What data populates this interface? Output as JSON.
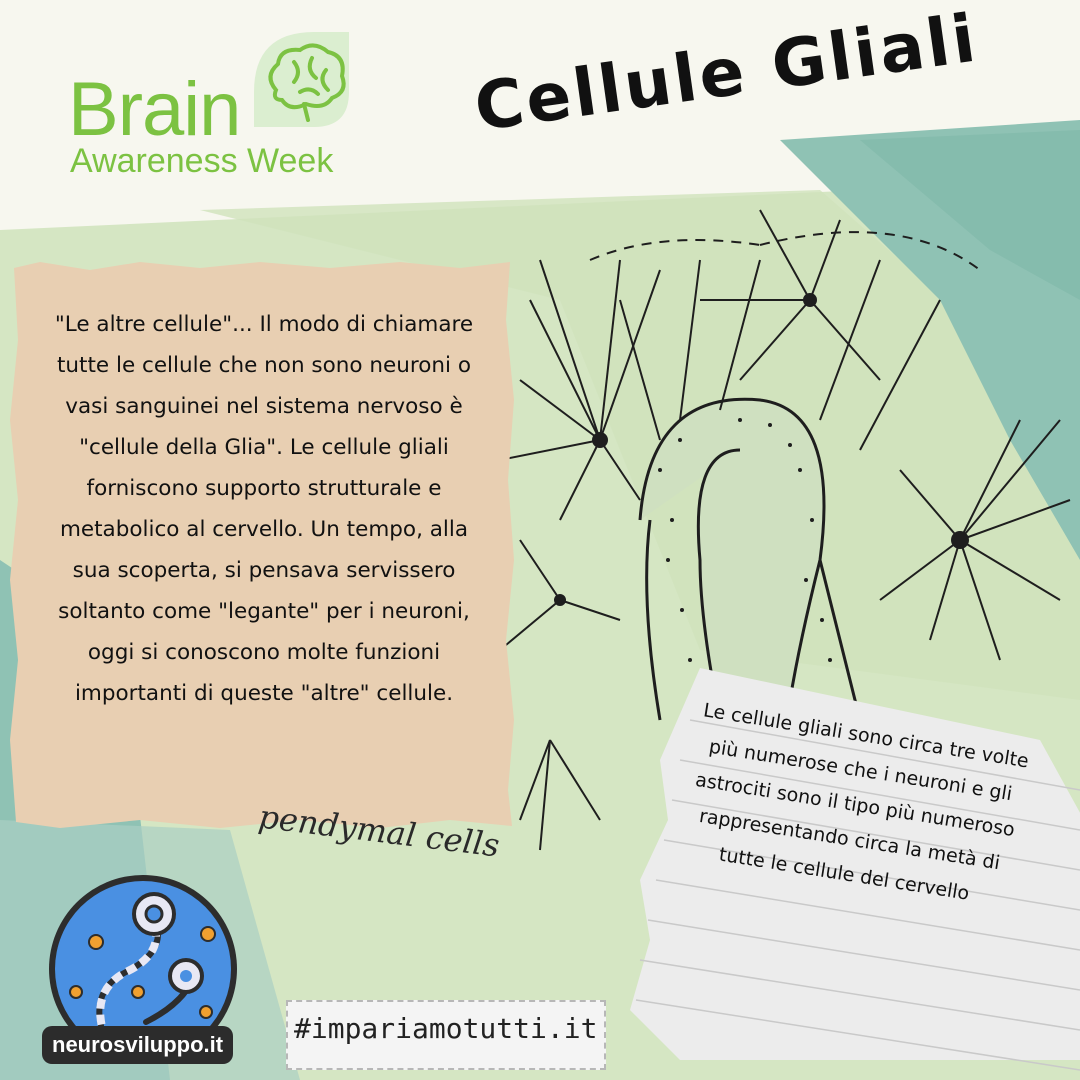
{
  "logo": {
    "word": "Brain",
    "subtitle": "Awareness Week",
    "icon": "brain-icon",
    "color": "#7cc242"
  },
  "title": "Cellule Gliali",
  "main_text": "\"Le altre cellule\"...  Il modo di chiamare tutte le cellule che non sono neuroni o vasi sanguinei nel sistema nervoso è \"cellule della Glia\". Le cellule gliali forniscono supporto strutturale e metabolico al cervello. Un tempo, alla sua scoperta, si pensava servissero soltanto come \"legante\" per i neuroni, oggi si conoscono molte funzioni importanti di queste \"altre\" cellule.",
  "note_text": "Le cellule gliali sono circa tre volte più numerose che i neuroni e gli astrociti sono il tipo più numeroso rappresentando circa la metà di tutte le cellule del cervello",
  "illustration_caption": "pendymal cells",
  "footer": {
    "site": "neurosviluppo.it",
    "hashtag": "#impariamotutti.it"
  },
  "colors": {
    "card": "#e8cfb2",
    "teal": "#8fc2b4",
    "note_paper": "#ececec"
  }
}
